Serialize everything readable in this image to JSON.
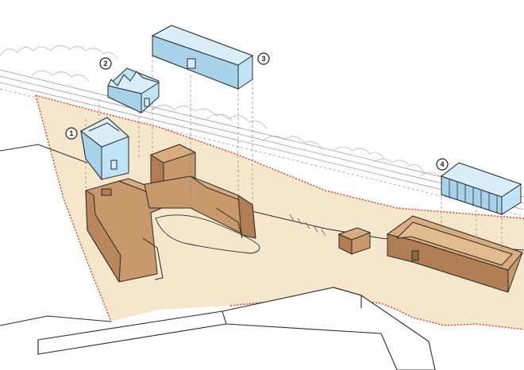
{
  "diagram": {
    "site_fill": "#f6e6cc",
    "boundary_color": "#d23a2a",
    "existing_color": "#c89a6b",
    "new_color": "#bfe3f7",
    "line_color": "#2a2a2a",
    "labels": [
      {
        "id": "1",
        "text": "1"
      },
      {
        "id": "2",
        "text": "2"
      },
      {
        "id": "3",
        "text": "3"
      },
      {
        "id": "4",
        "text": "4"
      }
    ]
  }
}
